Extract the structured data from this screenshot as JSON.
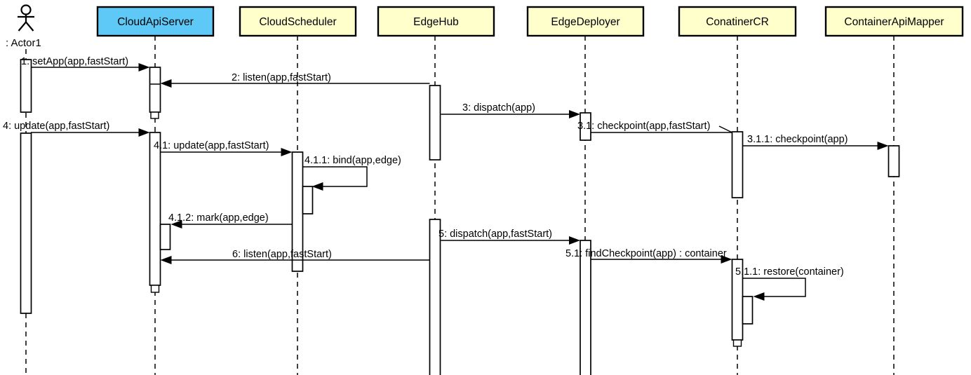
{
  "colors": {
    "background": "#FFFFFF",
    "border": "#000000",
    "participant_fill": "#FFFFCC",
    "highlight_fill": "#5EC9F7",
    "actor_head_fill": "#FFFFCC"
  },
  "actor": {
    "label": ": Actor1"
  },
  "participants": [
    {
      "name": "CloudApiServer",
      "fill": "#5EC9F7"
    },
    {
      "name": "CloudScheduler",
      "fill": "#FFFFCC"
    },
    {
      "name": "EdgeHub",
      "fill": "#FFFFCC"
    },
    {
      "name": "EdgeDeployer",
      "fill": "#FFFFCC"
    },
    {
      "name": "ConatinerCR",
      "fill": "#FFFFCC"
    },
    {
      "name": "ContainerApiMapper",
      "fill": "#FFFFCC"
    }
  ],
  "messages": [
    {
      "label": "1: setApp(app,fastStart)",
      "from": "Actor1",
      "to": "CloudApiServer",
      "kind": "sync"
    },
    {
      "label": "2: listen(app,fastStart)",
      "from": "EdgeHub",
      "to": "CloudApiServer",
      "kind": "sync"
    },
    {
      "label": "3: dispatch(app)",
      "from": "EdgeHub",
      "to": "EdgeDeployer",
      "kind": "sync"
    },
    {
      "label": "3.1: checkpoint(app,fastStart)",
      "from": "EdgeDeployer",
      "to": "ConatinerCR",
      "kind": "async"
    },
    {
      "label": "3.1.1: checkpoint(app)",
      "from": "ConatinerCR",
      "to": "ContainerApiMapper",
      "kind": "sync"
    },
    {
      "label": "4: update(app,fastStart)",
      "from": "Actor1",
      "to": "CloudApiServer",
      "kind": "sync"
    },
    {
      "label": "4.1: update(app,fastStart)",
      "from": "CloudApiServer",
      "to": "CloudScheduler",
      "kind": "sync"
    },
    {
      "label": "4.1.1: bind(app,edge)",
      "from": "CloudScheduler",
      "to": "CloudScheduler",
      "kind": "self"
    },
    {
      "label": "4.1.2: mark(app,edge)",
      "from": "CloudScheduler",
      "to": "CloudApiServer",
      "kind": "sync"
    },
    {
      "label": "5: dispatch(app,fastStart)",
      "from": "EdgeHub",
      "to": "EdgeDeployer",
      "kind": "sync"
    },
    {
      "label": "5.1: findCheckpoint(app) : container",
      "from": "EdgeDeployer",
      "to": "ConatinerCR",
      "kind": "sync"
    },
    {
      "label": "5.1.1: restore(container)",
      "from": "ConatinerCR",
      "to": "ConatinerCR",
      "kind": "self"
    },
    {
      "label": "6: listen(app,fastStart)",
      "from": "EdgeHub",
      "to": "CloudApiServer",
      "kind": "sync"
    }
  ]
}
